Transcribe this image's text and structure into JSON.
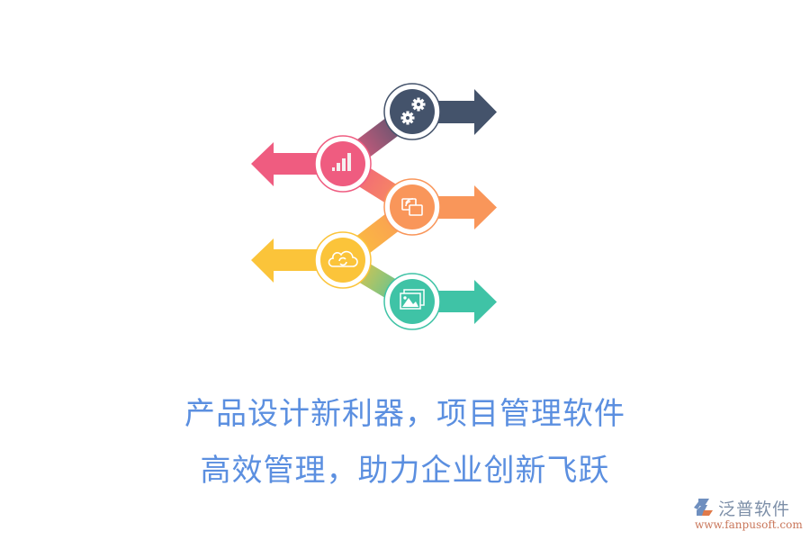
{
  "headline": {
    "line1": "产品设计新利器，项目管理软件",
    "line2": "高效管理，助力企业创新飞跃"
  },
  "steps": [
    {
      "id": 1,
      "icon": "gears-icon",
      "direction": "right",
      "color": "#44536b"
    },
    {
      "id": 2,
      "icon": "bar-chart-icon",
      "direction": "left",
      "color": "#ef5c80"
    },
    {
      "id": 3,
      "icon": "screen-cast-icon",
      "direction": "right",
      "color": "#f9965a"
    },
    {
      "id": 4,
      "icon": "cloud-sync-icon",
      "direction": "left",
      "color": "#fbc43a"
    },
    {
      "id": 5,
      "icon": "image-gallery-icon",
      "direction": "right",
      "color": "#3fc3a6"
    }
  ],
  "logo": {
    "name": "泛普软件",
    "url": "www.fanpusoft.com",
    "colors": {
      "mark_blue": "#6f8fbf",
      "mark_orange": "#e07a4a",
      "url": "#c9765a"
    }
  }
}
